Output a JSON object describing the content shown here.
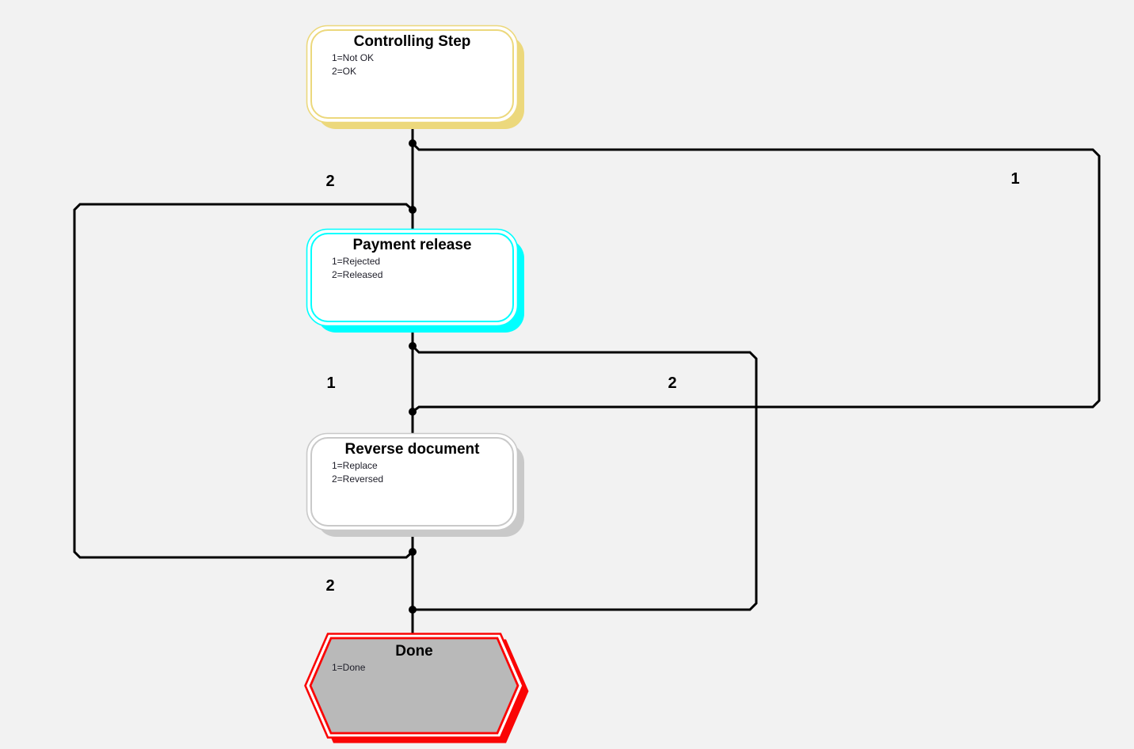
{
  "app": {
    "background_color": "#f2f2f2",
    "line_color": "#000000"
  },
  "diagram": {
    "nodes": [
      {
        "id": "controlling-step",
        "title": "Controlling Step",
        "outcomes": [
          "1=Not OK",
          "2=OK"
        ],
        "shape": "rounded-rect",
        "accent_color": "#ecd87c",
        "fill_color": "#ffffff"
      },
      {
        "id": "payment-release",
        "title": "Payment release",
        "outcomes": [
          "1=Rejected",
          "2=Released"
        ],
        "shape": "rounded-rect",
        "accent_color": "#00ffff",
        "fill_color": "#ffffff"
      },
      {
        "id": "reverse-document",
        "title": "Reverse document",
        "outcomes": [
          "1=Replace",
          "2=Reversed"
        ],
        "shape": "rounded-rect",
        "accent_color": "#c9c9c9",
        "fill_color": "#ffffff"
      },
      {
        "id": "done",
        "title": "Done",
        "outcomes": [
          "1=Done"
        ],
        "shape": "hexagon",
        "accent_color": "#fa0505",
        "fill_color": "#b9b9b9"
      }
    ],
    "edges": [
      {
        "from": "controlling-step",
        "to": "payment-release",
        "label": "2"
      },
      {
        "from": "controlling-step",
        "to": "reverse-document",
        "label": "1"
      },
      {
        "from": "payment-release",
        "to": "reverse-document",
        "label": "1"
      },
      {
        "from": "payment-release",
        "to": "done",
        "label": "2"
      },
      {
        "from": "reverse-document",
        "to": "done",
        "label": "2"
      },
      {
        "from": "reverse-document",
        "to": "payment-release"
      }
    ]
  }
}
